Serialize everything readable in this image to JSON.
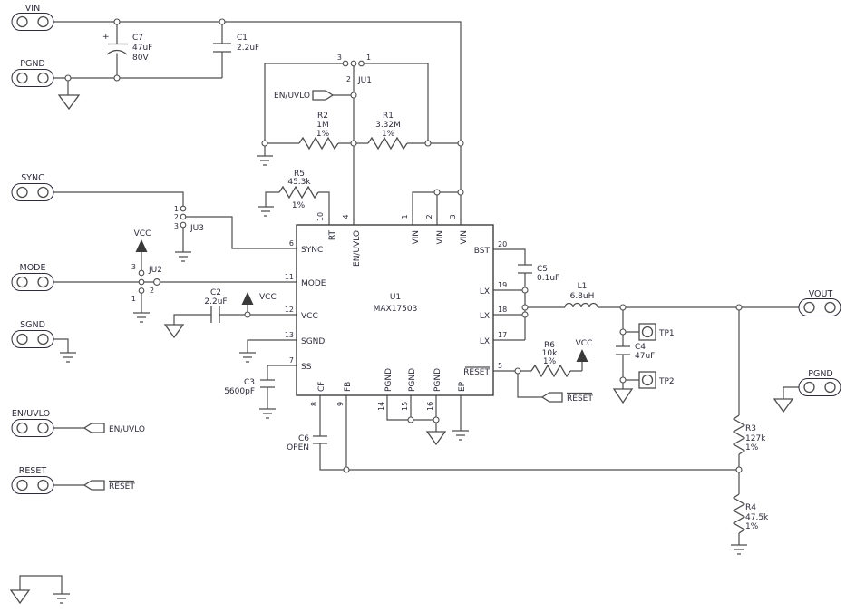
{
  "connectors": {
    "vin": "VIN",
    "pgnd_left": "PGND",
    "sync": "SYNC",
    "mode": "MODE",
    "sgnd": "SGND",
    "en_uvlo": "EN/UVLO",
    "reset": "RESET",
    "vout": "VOUT",
    "pgnd_right": "PGND"
  },
  "net_flags": {
    "en_uvlo_ju1": "EN/UVLO",
    "en_uvlo_conn": "EN/UVLO",
    "reset_r6": "RESET",
    "reset_conn": "RESET"
  },
  "power_labels": {
    "vcc_ju2": "VCC",
    "vcc_c2": "VCC",
    "vcc_r6": "VCC"
  },
  "ic": {
    "ref": "U1",
    "part": "MAX17503",
    "pins": {
      "rt": {
        "num": "10",
        "name": "RT"
      },
      "en_uvlo": {
        "num": "4",
        "name": "EN/UVLO"
      },
      "vin1": {
        "num": "1",
        "name": "VIN"
      },
      "vin2": {
        "num": "2",
        "name": "VIN"
      },
      "vin3": {
        "num": "3",
        "name": "VIN"
      },
      "sync": {
        "num": "6",
        "name": "SYNC"
      },
      "mode": {
        "num": "11",
        "name": "MODE"
      },
      "vcc": {
        "num": "12",
        "name": "VCC"
      },
      "sgnd": {
        "num": "13",
        "name": "SGND"
      },
      "ss": {
        "num": "7",
        "name": "SS"
      },
      "bst": {
        "num": "20",
        "name": "BST"
      },
      "lx19": {
        "num": "19",
        "name": "LX"
      },
      "lx18": {
        "num": "18",
        "name": "LX"
      },
      "lx17": {
        "num": "17",
        "name": "LX"
      },
      "reset": {
        "num": "5",
        "name": "RESET"
      },
      "cf": {
        "num": "8",
        "name": "CF"
      },
      "fb": {
        "num": "9",
        "name": "FB"
      },
      "pgnd14": {
        "num": "14",
        "name": "PGND"
      },
      "pgnd15": {
        "num": "15",
        "name": "PGND"
      },
      "pgnd16": {
        "num": "16",
        "name": "PGND"
      },
      "ep": {
        "name": "EP"
      }
    }
  },
  "components": {
    "c7": {
      "ref": "C7",
      "value": "47uF",
      "rating": "80V",
      "polarity": "+"
    },
    "c1": {
      "ref": "C1",
      "value": "2.2uF"
    },
    "c2": {
      "ref": "C2",
      "value": "2.2uF"
    },
    "c3": {
      "ref": "C3",
      "value": "5600pF"
    },
    "c4": {
      "ref": "C4",
      "value": "47uF"
    },
    "c5": {
      "ref": "C5",
      "value": "0.1uF"
    },
    "c6": {
      "ref": "C6",
      "value": "OPEN"
    },
    "r1": {
      "ref": "R1",
      "value": "3.32M",
      "tol": "1%"
    },
    "r2": {
      "ref": "R2",
      "value": "1M",
      "tol": "1%"
    },
    "r3": {
      "ref": "R3",
      "value": "127k",
      "tol": "1%"
    },
    "r4": {
      "ref": "R4",
      "value": "47.5k",
      "tol": "1%"
    },
    "r5": {
      "ref": "R5",
      "value": "45.3k",
      "tol": "1%"
    },
    "r6": {
      "ref": "R6",
      "value": "10k",
      "tol": "1%"
    },
    "l1": {
      "ref": "L1",
      "value": "6.8uH"
    }
  },
  "jumpers": {
    "ju1": {
      "ref": "JU1",
      "pin1": "1",
      "pin2": "2",
      "pin3": "3"
    },
    "ju2": {
      "ref": "JU2",
      "pin1": "1",
      "pin2": "2",
      "pin3": "3"
    },
    "ju3": {
      "ref": "JU3",
      "pin1": "1",
      "pin2": "2",
      "pin3": "3"
    }
  },
  "test_points": {
    "tp1": "TP1",
    "tp2": "TP2"
  },
  "colors": {
    "wire": "#4d4d4d",
    "text": "#2b2b3a",
    "background": "#ffffff"
  }
}
